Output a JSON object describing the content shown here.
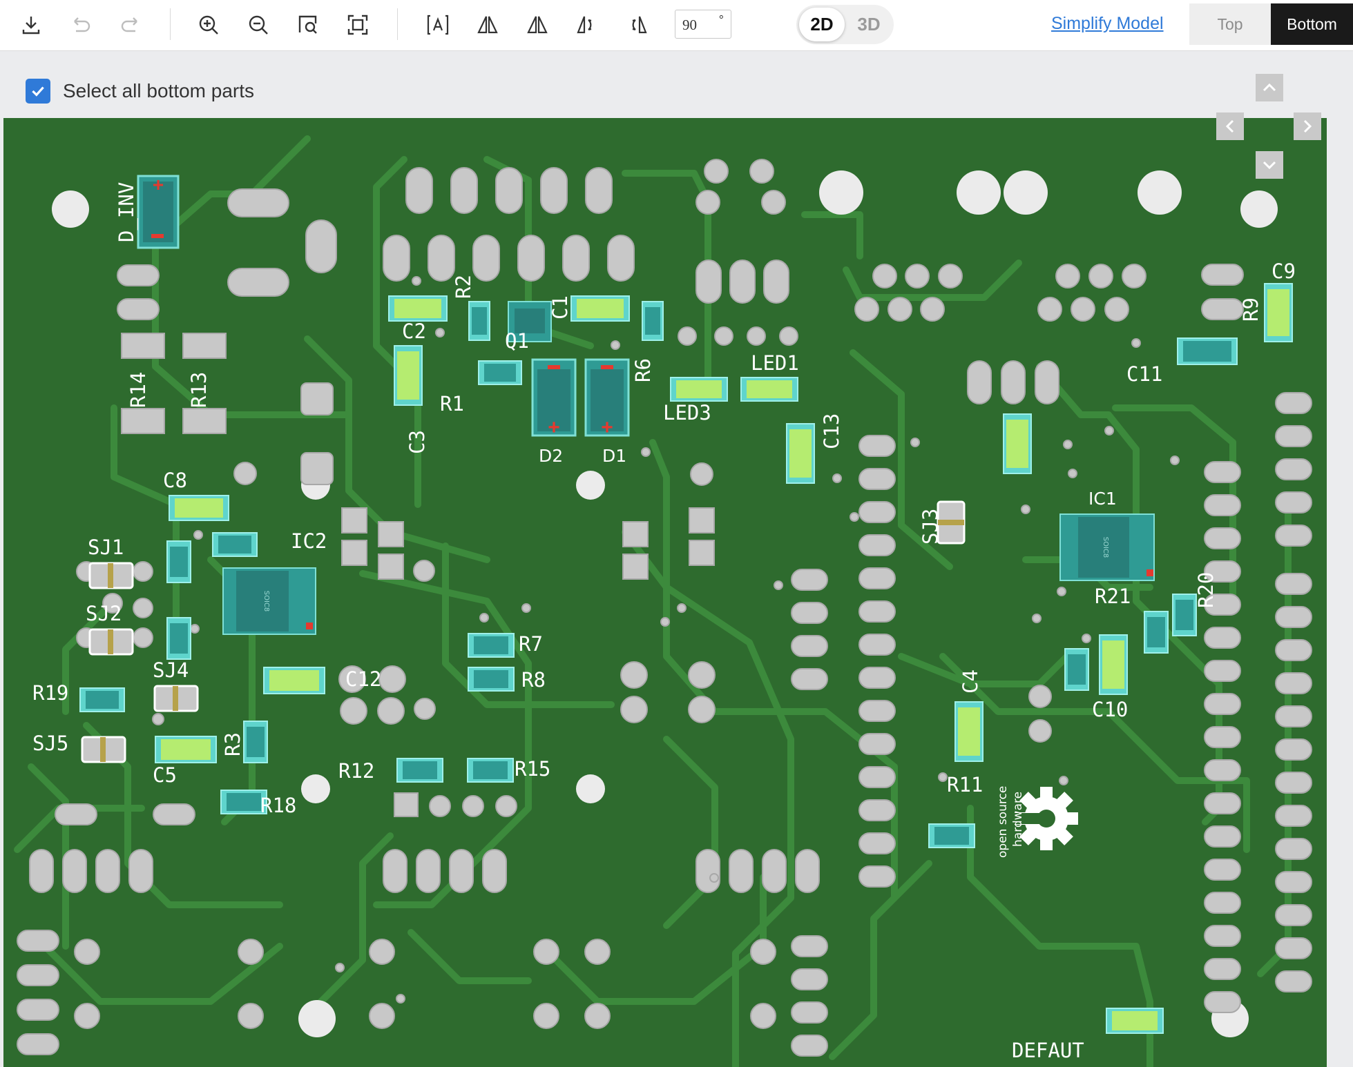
{
  "toolbar": {
    "icons": [
      "download-icon",
      "undo-icon",
      "redo-icon",
      "zoom-in-icon",
      "zoom-out-icon",
      "zoom-area-icon",
      "fit-view-icon",
      "text-mirror-icon",
      "flip-horizontal-icon",
      "flip-vertical-icon",
      "rotate-ccw-icon",
      "rotate-cw-icon"
    ],
    "angle_value": "90",
    "angle_unit": "°",
    "view_2d": "2D",
    "view_3d": "3D",
    "simplify_label": "Simplify Model",
    "side_top": "Top",
    "side_bottom": "Bottom"
  },
  "selection": {
    "checked": true,
    "label": "Select all bottom parts"
  },
  "colors": {
    "board": "#2e6b2e",
    "trace": "#3c8a3c",
    "pad": "#c8c8c8",
    "component": "#2f9b94",
    "accent": "#2f7ad8",
    "silkscreen": "#ffffff"
  },
  "board": {
    "labels": {
      "d_inv": "D_INV",
      "r14": "R14",
      "r13": "R13",
      "c2": "C2",
      "r2": "R2",
      "c1": "C1",
      "q1": "Q1",
      "r6": "R6",
      "r1": "R1",
      "c3": "C3",
      "d2": "D2",
      "d1": "D1",
      "led3": "LED3",
      "led1": "LED1",
      "c13": "C13",
      "c8": "C8",
      "sj1": "SJ1",
      "ic2": "IC2",
      "sj2": "SJ2",
      "sj4": "SJ4",
      "r19": "R19",
      "sj5": "SJ5",
      "c5": "C5",
      "r3": "R3",
      "r18": "R18",
      "c12": "C12",
      "r7": "R7",
      "r8": "R8",
      "r12": "R12",
      "r15": "R15",
      "sj3": "SJ3",
      "ic1": "IC1",
      "r21": "R21",
      "r20": "R20",
      "c9": "C9",
      "r9": "R9",
      "c11": "C11",
      "c4": "C4",
      "c10": "C10",
      "r11": "R11",
      "oshw_line1": "open source",
      "oshw_line2": "hardware",
      "defaut": "DEFAUT",
      "soic8_a": "SOIC8",
      "soic8_b": "SOIC8"
    }
  }
}
